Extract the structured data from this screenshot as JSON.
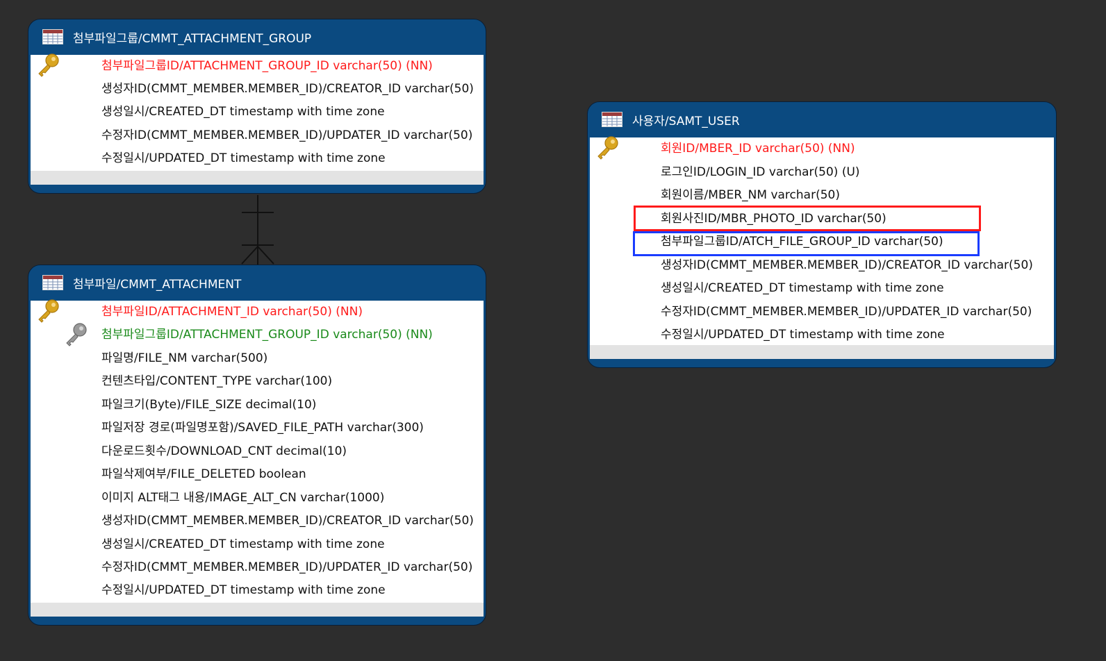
{
  "colors": {
    "background": "#2d2d2d",
    "header": "#0b4a80",
    "primary_key_text": "#ff1a1a",
    "foreign_key_text": "#1a8a1a",
    "highlight_red": "#ff1a1a",
    "highlight_blue": "#1a3cff"
  },
  "icons": {
    "table": "table-icon",
    "primary_key": "gold-key-icon",
    "foreign_key": "grey-key-icon"
  },
  "relationship": {
    "from": "CMMT_ATTACHMENT_GROUP",
    "to": "CMMT_ATTACHMENT",
    "notation": "one-to-many"
  },
  "entities": {
    "attachment_group": {
      "title": "첨부파일그룹/CMMT_ATTACHMENT_GROUP",
      "columns": [
        "첨부파일그룹ID/ATTACHMENT_GROUP_ID varchar(50) (NN)",
        "생성자ID(CMMT_MEMBER.MEMBER_ID)/CREATOR_ID varchar(50)",
        "생성일시/CREATED_DT timestamp with time zone",
        "수정자ID(CMMT_MEMBER.MEMBER_ID)/UPDATER_ID varchar(50)",
        "수정일시/UPDATED_DT timestamp with time zone"
      ]
    },
    "attachment": {
      "title": "첨부파일/CMMT_ATTACHMENT",
      "columns": [
        "첨부파일ID/ATTACHMENT_ID varchar(50) (NN)",
        "첨부파일그룹ID/ATTACHMENT_GROUP_ID varchar(50) (NN)",
        "파일명/FILE_NM varchar(500)",
        "컨텐츠타입/CONTENT_TYPE varchar(100)",
        "파일크기(Byte)/FILE_SIZE decimal(10)",
        "파일저장 경로(파일명포함)/SAVED_FILE_PATH varchar(300)",
        "다운로드횟수/DOWNLOAD_CNT decimal(10)",
        "파일삭제여부/FILE_DELETED boolean",
        "이미지 ALT태그 내용/IMAGE_ALT_CN varchar(1000)",
        "생성자ID(CMMT_MEMBER.MEMBER_ID)/CREATOR_ID varchar(50)",
        "생성일시/CREATED_DT timestamp with time zone",
        "수정자ID(CMMT_MEMBER.MEMBER_ID)/UPDATER_ID varchar(50)",
        "수정일시/UPDATED_DT timestamp with time zone"
      ]
    },
    "samt_user": {
      "title": "사용자/SAMT_USER",
      "columns": [
        "회원ID/MBER_ID varchar(50) (NN)",
        "로그인ID/LOGIN_ID varchar(50) (U)",
        "회원이름/MBER_NM varchar(50)",
        "회원사진ID/MBR_PHOTO_ID varchar(50)",
        "첨부파일그룹ID/ATCH_FILE_GROUP_ID varchar(50)",
        "생성자ID(CMMT_MEMBER.MEMBER_ID)/CREATOR_ID varchar(50)",
        "생성일시/CREATED_DT timestamp with time zone",
        "수정자ID(CMMT_MEMBER.MEMBER_ID)/UPDATER_ID varchar(50)",
        "수정일시/UPDATED_DT timestamp with time zone"
      ]
    }
  }
}
